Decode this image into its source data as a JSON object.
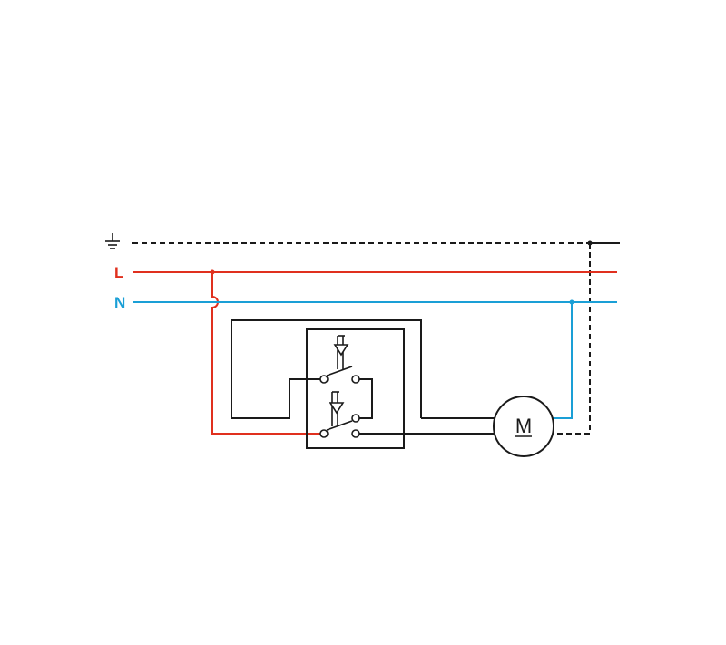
{
  "colors": {
    "background": "#ffffff",
    "wire": "#1a1a1a",
    "line_phase": "#e0301e",
    "neutral": "#1a9fd6",
    "earth": "#1a1a1a"
  },
  "icons": {
    "earth": "ground-symbol-icon",
    "switch": "double-pole-switch-icon",
    "motor": "motor-icon"
  },
  "rails": {
    "earth_label": "",
    "line_label": "L",
    "neutral_label": "N"
  },
  "motor": {
    "label": "M"
  }
}
